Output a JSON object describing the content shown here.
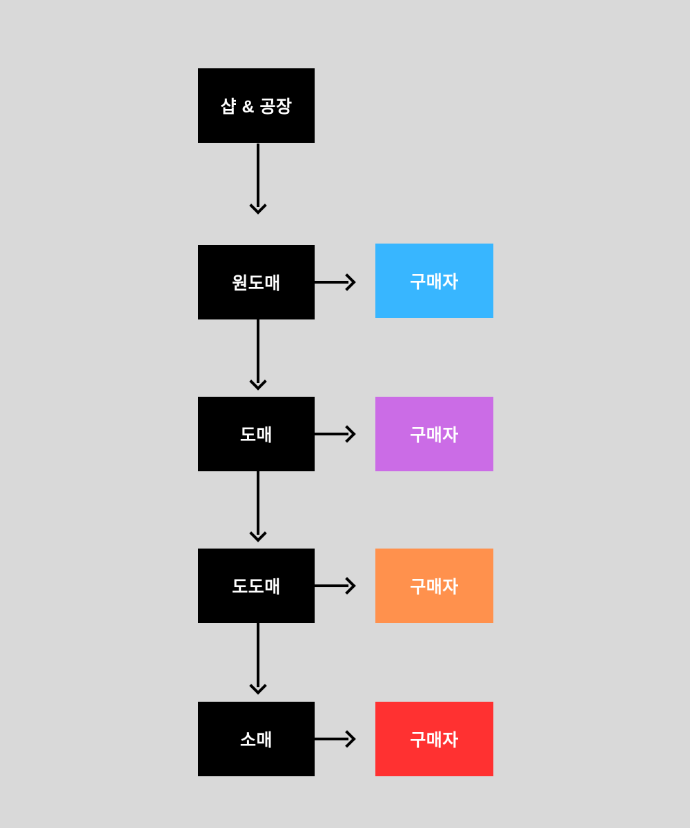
{
  "page": {
    "background_color": "#d9d9d9",
    "arrow_color": "#000000"
  },
  "flow": {
    "chain": [
      {
        "label": "샵 & 공장",
        "fill": "#000000",
        "text_color": "#ffffff"
      },
      {
        "label": "원도매",
        "fill": "#000000",
        "text_color": "#ffffff"
      },
      {
        "label": "도매",
        "fill": "#000000",
        "text_color": "#ffffff"
      },
      {
        "label": "도도매",
        "fill": "#000000",
        "text_color": "#ffffff"
      },
      {
        "label": "소매",
        "fill": "#000000",
        "text_color": "#ffffff"
      }
    ],
    "buyers": [
      {
        "label": "구매자",
        "fill": "#38b6ff",
        "text_color": "#ffffff",
        "linked_from": "원도매"
      },
      {
        "label": "구매자",
        "fill": "#cb6ce6",
        "text_color": "#ffffff",
        "linked_from": "도매"
      },
      {
        "label": "구매자",
        "fill": "#ff914d",
        "text_color": "#ffffff",
        "linked_from": "도도매"
      },
      {
        "label": "구매자",
        "fill": "#ff3131",
        "text_color": "#ffffff",
        "linked_from": "소매"
      }
    ],
    "down_arrows": [
      {
        "from": "샵 & 공장",
        "to": "원도매"
      },
      {
        "from": "원도매",
        "to": "도매"
      },
      {
        "from": "도매",
        "to": "도도매"
      },
      {
        "from": "도도매",
        "to": "소매"
      }
    ]
  }
}
